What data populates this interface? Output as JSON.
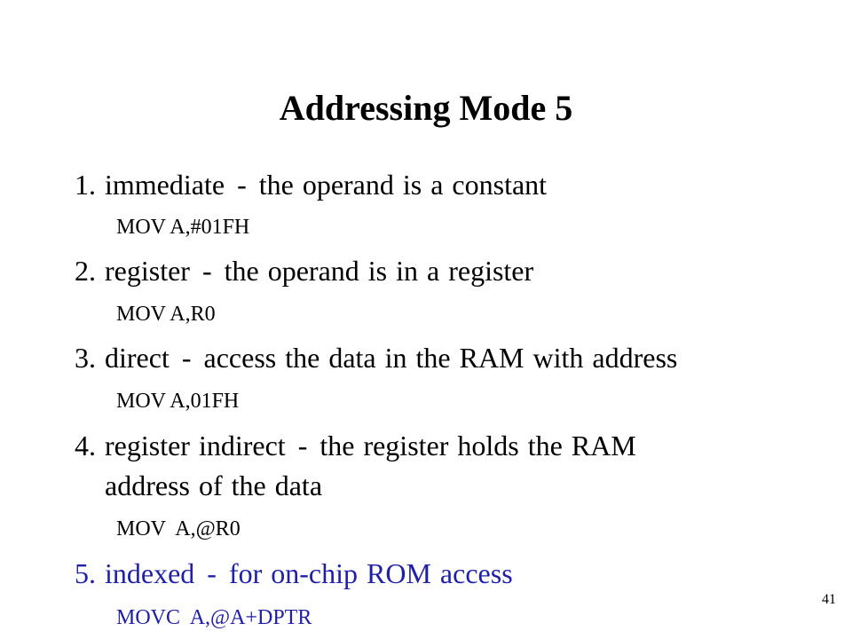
{
  "slide": {
    "title": "Addressing Mode 5",
    "items": [
      {
        "prefix": "1. immediate",
        "dash": "-",
        "text": "the operand is a constant",
        "code": "MOV A,#01FH"
      },
      {
        "prefix": "2. register",
        "dash": "-",
        "text": "the operand is in a register",
        "code": "MOV A,R0"
      },
      {
        "prefix": "3. direct",
        "dash": "-",
        "text": "access the data in the RAM with address",
        "code": "MOV A,01FH"
      },
      {
        "prefix": "4. register indirect",
        "dash": "-",
        "text": "the register holds the RAM",
        "continuation": "address of the data",
        "code": "MOV  A,@R0"
      },
      {
        "prefix": "5. indexed",
        "dash": "-",
        "text": "for on-chip ROM access",
        "code": "MOVC  A,@A+DPTR"
      }
    ],
    "page_number": "41",
    "colors": {
      "text": "#000000",
      "highlight": "#1f1fa8",
      "background": "#ffffff"
    }
  }
}
